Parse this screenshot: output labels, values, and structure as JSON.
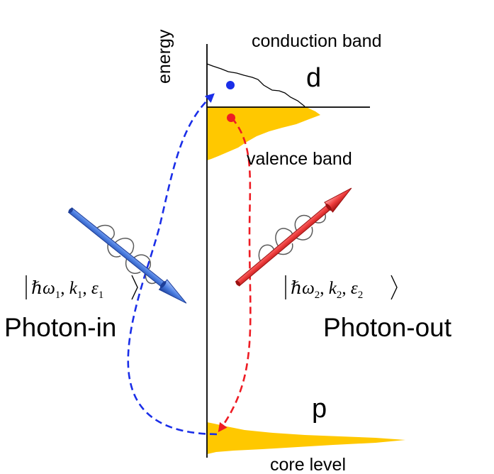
{
  "labels": {
    "energy_axis": "energy",
    "conduction_band": "conduction band",
    "d_level": "d",
    "valence_band": "valence band",
    "p_level": "p",
    "core_level": "core level",
    "photon_in": "Photon-in",
    "photon_out": "Photon-out"
  },
  "states": {
    "photon_in": {
      "prefix": "ℏω",
      "sub1": "1",
      "k": "k",
      "sub2": "1",
      "eps": "ε",
      "sub3": "1"
    },
    "photon_out": {
      "prefix": "ℏω",
      "sub1": "2",
      "k": "k",
      "sub2": "2",
      "eps": "ε",
      "sub3": "2"
    }
  },
  "colors": {
    "axis": "#000000",
    "band_fill": "#ffc800",
    "incoming_photon": "#4a7de0",
    "outgoing_photon": "#ee3b3b",
    "electron": "#1a2ee8",
    "hole": "#ee1c24",
    "absorption_path": "#1a2ee8",
    "emission_path": "#ee1c24",
    "wave_packet": "#5a5a5a"
  }
}
